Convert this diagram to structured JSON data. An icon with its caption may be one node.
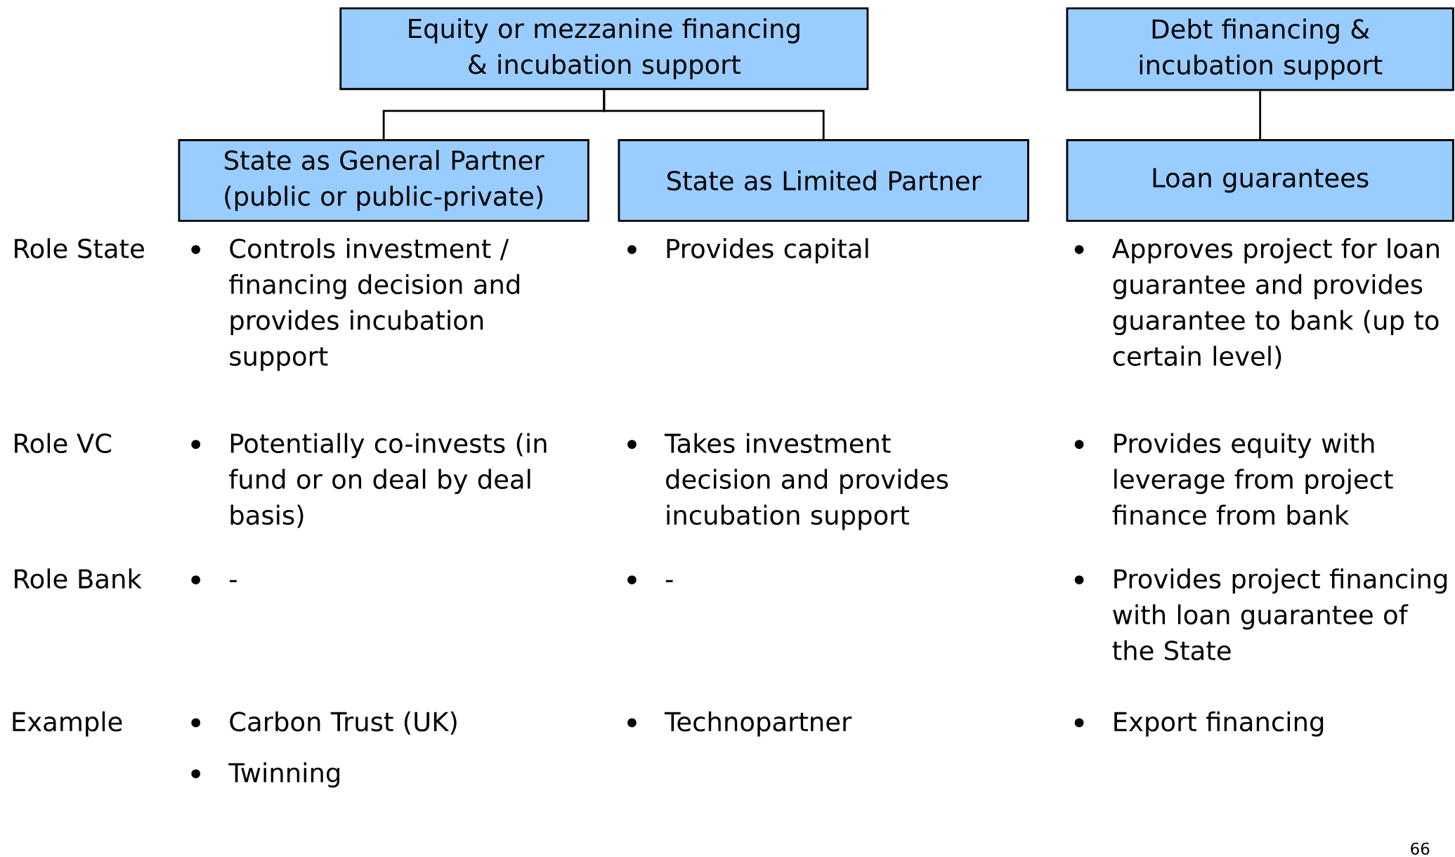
{
  "diagram": {
    "nodes": [
      {
        "text": [
          "Equity or mezzanine financing & incubation support"
        ]
      },
      {
        "text": [
          "Debt financing & incubation support"
        ]
      },
      {
        "text": [
          "State as General Partner (public or public-private)"
        ]
      },
      {
        "text": [
          "State as Limited Partner"
        ]
      },
      {
        "text": [
          "Loan guarantees"
        ]
      }
    ],
    "edges": [
      {
        "from": 0,
        "to": 2,
        "arrow": "none"
      },
      {
        "from": 0,
        "to": 3,
        "arrow": "none"
      },
      {
        "from": 1,
        "to": 4,
        "arrow": "none"
      }
    ],
    "labels": [
      "Role State",
      "Controls investment / financing decision and provides incubation support",
      "Provides capital",
      "Approves project for loan guarantee and provides guarantee to bank (up to certain level)",
      "Role VC",
      "Potentially co-invests (in fund or on deal by deal basis)",
      "Takes investment decision and provides incubation support",
      "Provides equity with leverage from project finance from bank",
      "Role Bank",
      "-",
      "-",
      "Provides project financing with loan guarantee of the State",
      "Example",
      "Carbon Trust (UK)",
      "Technopartner",
      "Export financing",
      "Twinning",
      "66"
    ]
  }
}
